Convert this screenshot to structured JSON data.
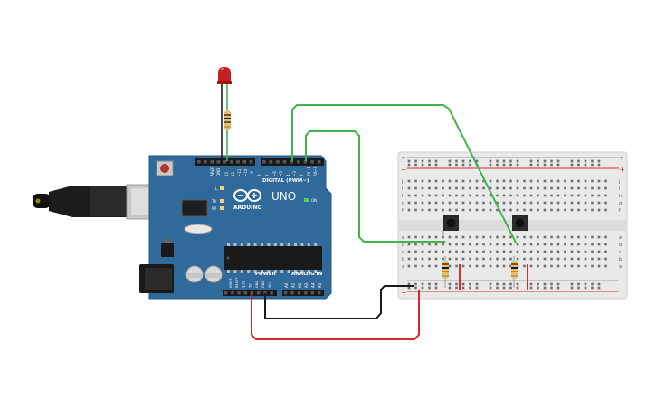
{
  "arduino": {
    "brand_logo_text": "ARDUINO",
    "model_label": "UNO",
    "digital_header_label": "DIGITAL (PWM~)",
    "power_label": "POWER",
    "analog_label": "ANALOG IN",
    "on_label": "ON",
    "led_l_label": "L",
    "tx_label": "TX",
    "rx_label": "RX",
    "aref_label": "AREF",
    "gnd_label": "GND",
    "digital_pins": [
      "13",
      "12",
      "~11",
      "~10",
      "~9",
      "8",
      "7",
      "~6",
      "~5",
      "4",
      "~3",
      "2",
      "TX→1",
      "RX←0"
    ],
    "power_pins": [
      "IOREF",
      "RESET",
      "3.3V",
      "5V",
      "GND",
      "GND",
      "Vin"
    ],
    "analog_pins": [
      "A0",
      "A1",
      "A2",
      "A3",
      "A4",
      "A5"
    ]
  },
  "breadboard": {
    "row_letters_top": [
      "j",
      "i",
      "h",
      "g",
      "f"
    ],
    "row_letters_bottom": [
      "e",
      "d",
      "c",
      "b",
      "a"
    ],
    "rail_plus": "+",
    "rail_minus": "-"
  },
  "components": {
    "led": "red-led",
    "resistors": [
      "resistor-led",
      "resistor-button-1",
      "resistor-button-2"
    ],
    "buttons": [
      "pushbutton-1",
      "pushbutton-2"
    ]
  },
  "colors": {
    "board_blue": "#2f6a9a",
    "wire_green": "#3fb54a",
    "wire_red": "#d42a2a",
    "wire_black": "#1a1a1a",
    "breadboard": "#e9e9e9",
    "rail_red": "#d23030"
  }
}
